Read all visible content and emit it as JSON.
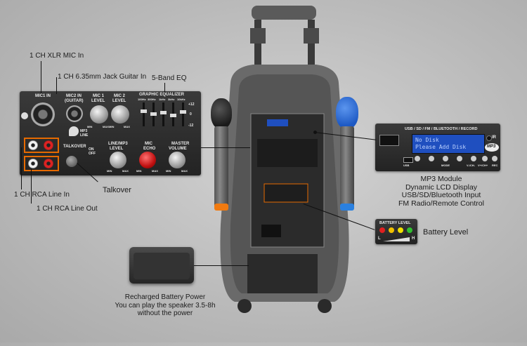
{
  "callouts": {
    "xlr_mic_in": "1 CH XLR MIC In",
    "jack_guitar_in": "1 CH 6.35mm Jack Guitar In",
    "band_eq": "5-Band EQ",
    "rca_line_in": "1 CH RCA Line In",
    "rca_line_out": "1 CH RCA Line Out",
    "talkover": "Talkover",
    "mp3_module": [
      "MP3 Module",
      "Dynamic LCD Display",
      "USB/SD/Bluetooth Input",
      "FM Radio/Remote Control"
    ],
    "battery_level": "Battery Level",
    "battery_power": [
      "Recharged Battery Power",
      "You can play the speaker 3.5-8h",
      "without the power"
    ]
  },
  "mixer_panel": {
    "mic1_in": "MIC1 IN",
    "mic2_in": "MIC2 IN",
    "guitar": "(GUITAR)",
    "mic1_level": [
      "MIC 1",
      "LEVEL"
    ],
    "mic2_level": [
      "MIC 2",
      "LEVEL"
    ],
    "graphic_eq": "GRAPHIC EQUALIZER",
    "eq_bands": [
      "100Hz",
      "300Hz",
      "1kHz",
      "3kHz",
      "10kHz"
    ],
    "eq_scale": [
      "+12",
      "0",
      "-12"
    ],
    "min": "MIN",
    "max": "MAX",
    "mp3_line": [
      "MP3",
      "LINE"
    ],
    "talkover": "TALKOVER",
    "on": "ON",
    "off": "OFF",
    "line_mp3_level": [
      "LINE/MP3",
      "LEVEL"
    ],
    "mic_echo": [
      "MIC",
      "ECHO"
    ],
    "master_volume": [
      "MASTER",
      "VOLUME"
    ]
  },
  "mp3_panel": {
    "header": "USB / SD / FM / BLUETOOTH / RECORD",
    "lcd_line1": "No Disk",
    "lcd_line2": "Please Add Disk",
    "ir": "IR",
    "logo": "MP3",
    "buttons": [
      "USB",
      "MODE",
      "V-/CH-",
      "V+/CH+",
      "REC"
    ]
  },
  "battery_panel": {
    "title": "BATTERY LEVEL",
    "low": "L",
    "high": "H",
    "led_colors": [
      "#e02020",
      "#f0c000",
      "#f0e000",
      "#30c030"
    ]
  },
  "colors": {
    "callout_orange": "#e66a00",
    "mic_blue": "#2a6fd6",
    "mic_ring_orange": "#f07a10",
    "mic_ring_blue": "#2a80e0"
  }
}
